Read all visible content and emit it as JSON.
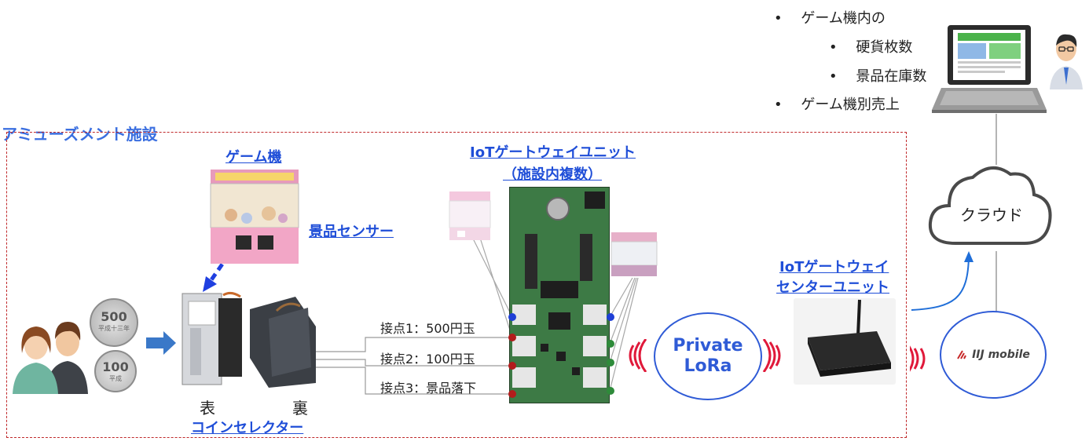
{
  "facility": {
    "title": "アミューズメント施設"
  },
  "dashboard": {
    "bullets": [
      {
        "text": "ゲーム機内の",
        "level": 1
      },
      {
        "text": "硬貨枚数",
        "level": 2
      },
      {
        "text": "景品在庫数",
        "level": 2
      },
      {
        "text": "ゲーム機別売上",
        "level": 1
      }
    ],
    "bullet_char": "•"
  },
  "labels": {
    "game_machine": "ゲーム機",
    "prize_sensor": "景品センサー",
    "gateway_unit_line1": "IoTゲートウェイユニット",
    "gateway_unit_line2": "（施設内複数）",
    "center_unit_line1": "IoTゲートウェイ",
    "center_unit_line2": "センターユニット",
    "coin_selector": "コインセレクター",
    "front": "表",
    "back": "裏",
    "cloud": "クラウド",
    "lora_line1": "Private",
    "lora_line2": "LoRa",
    "iij_mobile": "IIJ mobile"
  },
  "coins": {
    "c500": "500",
    "c500_sub": "平成十三年",
    "c100": "100",
    "c100_sub": "平成"
  },
  "contacts": [
    "接点1：500円玉",
    "接点2：100円玉",
    "接点3：景品落下"
  ],
  "colors": {
    "link": "#1f4ed8",
    "facility_border": "#c0292b",
    "ellipse": "#2f5bd6",
    "signal": "#e0193a",
    "arrow": "#3a78c8",
    "dot_blue": "#1f3fd6",
    "dot_red": "#b21c1c",
    "dot_green": "#2e8b3a"
  }
}
